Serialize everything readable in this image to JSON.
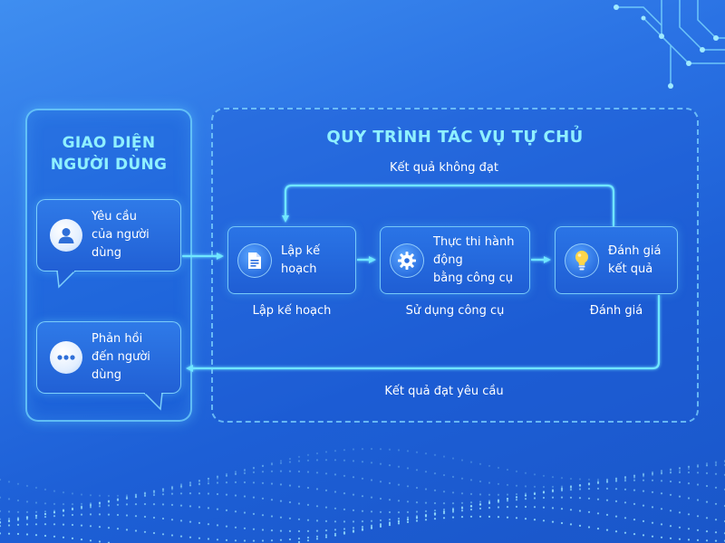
{
  "user_interface": {
    "title_line1": "GIAO DIỆN",
    "title_line2": "NGƯỜI DÙNG",
    "request": {
      "line1": "Yêu cầu",
      "line2": "của người dùng",
      "icon": "user-icon"
    },
    "response": {
      "line1": "Phản hồi",
      "line2": "đến người dùng",
      "icon": "chat-dots-icon"
    }
  },
  "workflow": {
    "title": "QUY TRÌNH TÁC VỤ TỰ CHỦ",
    "steps": [
      {
        "label_line1": "Lập kế hoạch",
        "label_line2": "",
        "caption": "Lập kế hoạch",
        "icon": "document-icon"
      },
      {
        "label_line1": "Thực thi hành động",
        "label_line2": "bằng công cụ",
        "caption": "Sử dụng công cụ",
        "icon": "gear-icon"
      },
      {
        "label_line1": "Đánh giá",
        "label_line2": "kết quả",
        "caption": "Đánh giá",
        "icon": "lightbulb-icon"
      }
    ],
    "loop_back_label": "Kết quả không đạt",
    "success_label": "Kết quả đạt yêu cầu"
  },
  "colors": {
    "accent_title": "#8ff0ff",
    "connector": "#6fe6ff",
    "background": "#2a72e4"
  }
}
